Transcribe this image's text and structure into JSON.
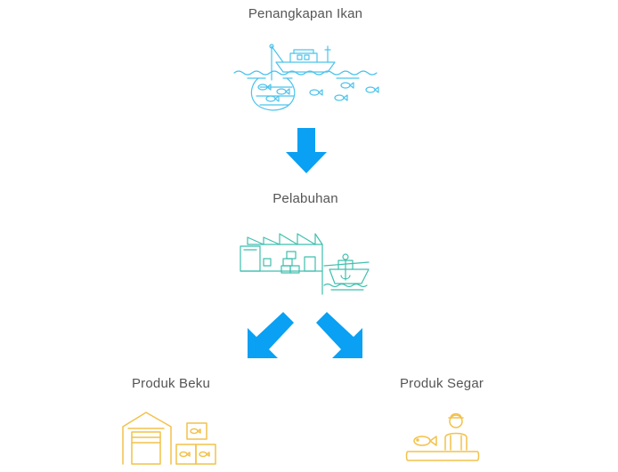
{
  "colors": {
    "arrow": "#0aa0f3",
    "fishing_illustration": "#4cc3ec",
    "port_illustration": "#3fbfae",
    "product_illustration": "#f2c24a",
    "label_text": "#555555"
  },
  "stages": {
    "fishing": {
      "label": "Penangkapan Ikan",
      "icon": "fishing-boat-net-icon"
    },
    "port": {
      "label": "Pelabuhan",
      "icon": "port-factory-ship-icon"
    },
    "frozen": {
      "label": "Produk Beku",
      "icon": "cold-storage-boxes-icon"
    },
    "fresh": {
      "label": "Produk Segar",
      "icon": "fish-vendor-icon"
    }
  },
  "arrows": {
    "fishing_to_port": "arrow-down-icon",
    "port_to_frozen": "arrow-down-left-icon",
    "port_to_fresh": "arrow-down-right-icon"
  }
}
